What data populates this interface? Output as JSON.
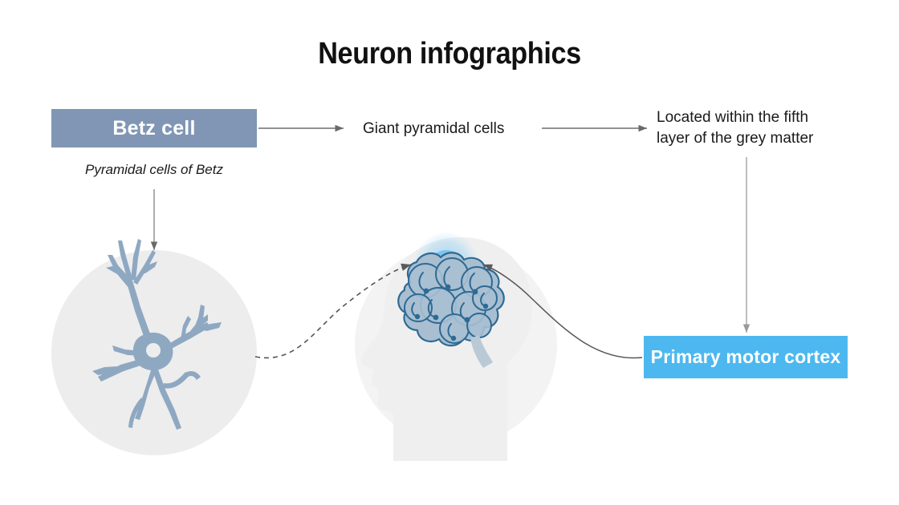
{
  "slide": {
    "title": "Neuron infographics",
    "background_color": "#ffffff"
  },
  "nodes": {
    "betz_cell": {
      "label": "Betz cell",
      "color": "#8096b4",
      "text_color": "#ffffff"
    },
    "betz_subtitle": {
      "label": "Pyramidal cells of Betz"
    },
    "giant_pyramidal": {
      "label": "Giant pyramidal cells"
    },
    "location_note": {
      "label": "Located within the fifth layer of the grey matter",
      "line1": "Located within the fifth",
      "line2": "layer of the grey matter"
    },
    "primary_motor_cortex": {
      "label": "Primary motor cortex",
      "color": "#4db8ef",
      "text_color": "#ffffff"
    }
  },
  "illustrations": {
    "neuron_circle": {
      "name": "pyramidal-neuron-illustration",
      "circle_color": "#ededed",
      "neuron_color": "#8fa8c2"
    },
    "head_brain": {
      "name": "head-with-brain-illustration",
      "head_color": "#efefef",
      "brain_fill": "#a9bfd1",
      "brain_stroke": "#2d6a94",
      "highlight_color": "#4fb3f0"
    }
  },
  "connectors": {
    "betz_to_giant": {
      "style": "solid",
      "color": "#6f6f6f"
    },
    "giant_to_location": {
      "style": "solid",
      "color": "#6f6f6f"
    },
    "betz_to_neuron": {
      "style": "solid",
      "color": "#6f6f6f"
    },
    "location_to_cortex": {
      "style": "solid",
      "color": "#9a9a9a"
    },
    "neuron_to_brain": {
      "style": "dashed",
      "color": "#555555"
    },
    "cortex_to_brain": {
      "style": "solid",
      "color": "#555555"
    }
  }
}
